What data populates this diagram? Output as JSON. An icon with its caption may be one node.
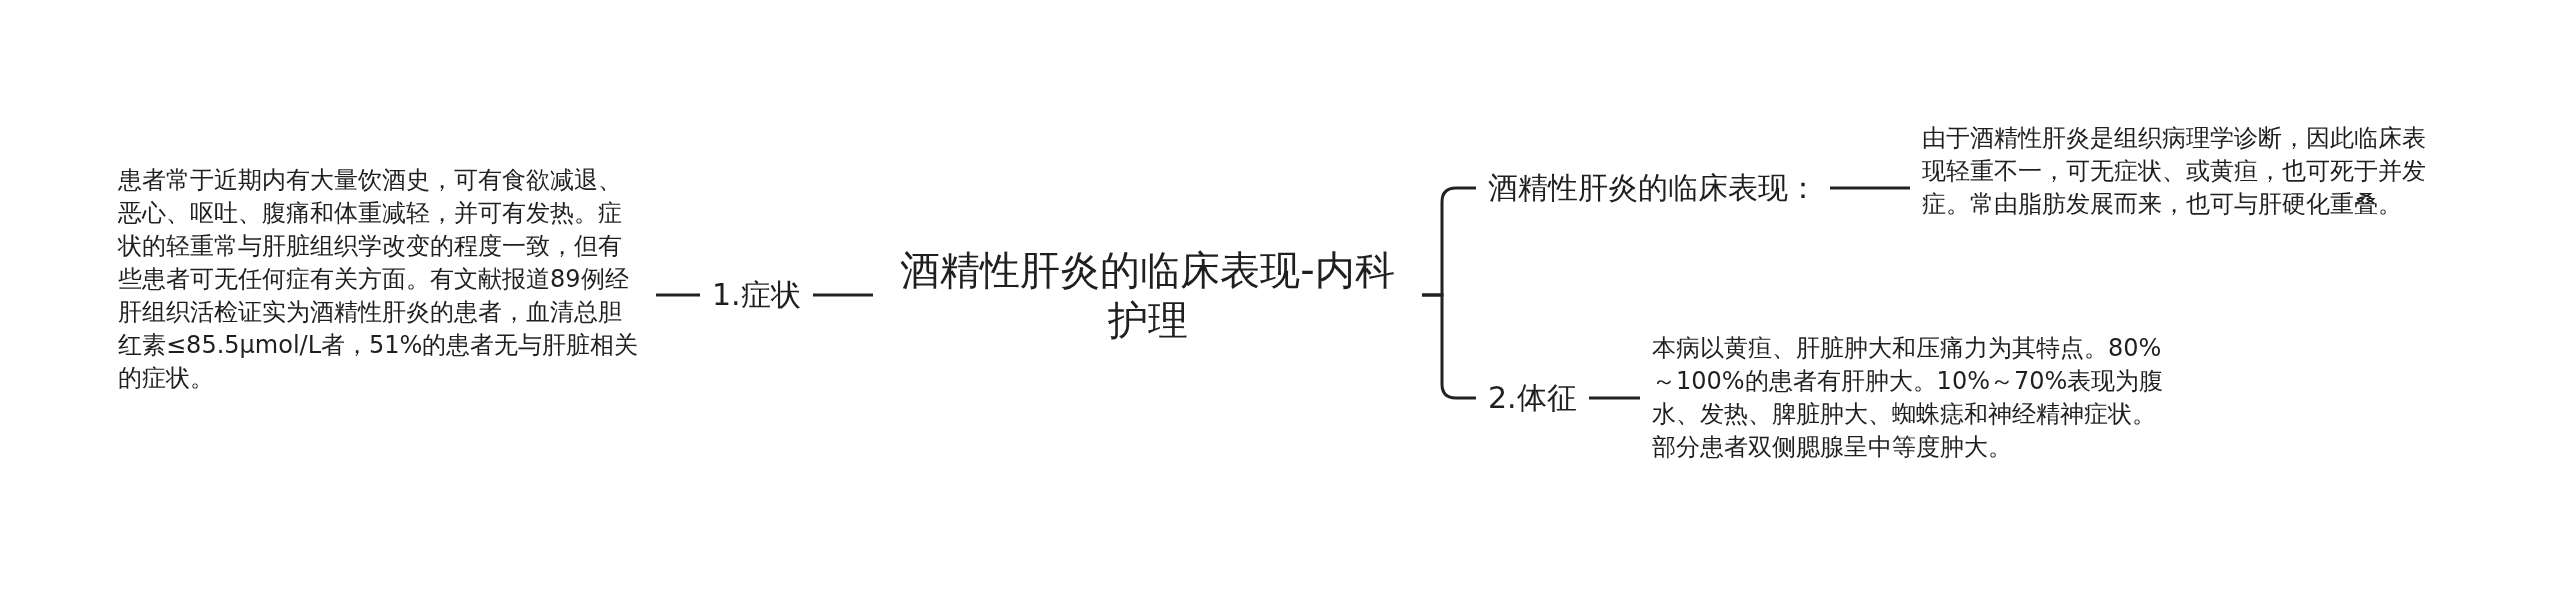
{
  "diagram": {
    "nodes": [
      {
        "text": [
          "酒精性肝炎的临床表现-内科护理"
        ]
      },
      {
        "text": [
          "1.症状"
        ]
      },
      {
        "text": [
          "患者常于近期内有大量饮酒史，可有食欲减退、恶心、呕吐、腹痛和体重减轻，并可有发热。症状的轻重常与肝脏组织学改变的程度一致，但有些患者可无任何症有关方面。有文献报道89例经肝组织活检证实为酒精性肝炎的患者，血清总胆红素≤85.5μmol/L者，51%的患者无与肝脏相关的症状。"
        ]
      },
      {
        "text": [
          "酒精性肝炎的临床表现："
        ]
      },
      {
        "text": [
          "由于酒精性肝炎是组织病理学诊断，因此临床表现轻重不一，可无症状、或黄疸，也可死于并发症。常由脂肪发展而来，也可与肝硬化重叠。"
        ]
      },
      {
        "text": [
          "2.体征"
        ]
      },
      {
        "text": [
          "本病以黄疸、肝脏肿大和压痛力为其特点。80%～100%的患者有肝肿大。10%～70%表现为腹水、发热、脾脏肿大、蜘蛛痣和神经精神症状。部分患者双侧腮腺呈中等度肿大。"
        ]
      }
    ],
    "edges": [
      {
        "from": 0,
        "to": 1,
        "arrow": "none"
      },
      {
        "from": 1,
        "to": 2,
        "arrow": "none"
      },
      {
        "from": 0,
        "to": 3,
        "arrow": "none"
      },
      {
        "from": 3,
        "to": 4,
        "arrow": "none"
      },
      {
        "from": 0,
        "to": 5,
        "arrow": "none"
      },
      {
        "from": 5,
        "to": 6,
        "arrow": "none"
      }
    ]
  }
}
